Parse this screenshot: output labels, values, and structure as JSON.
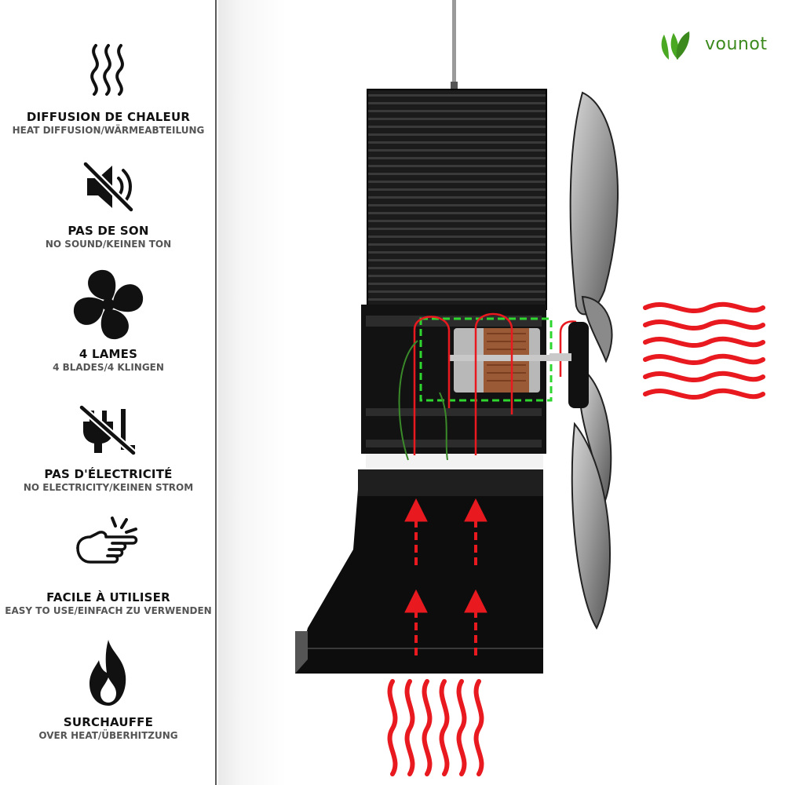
{
  "brand": {
    "name": "vounot",
    "color": "#3c8a1d"
  },
  "features": [
    {
      "icon": "heat-waves-icon",
      "title": "DIFFUSION DE CHALEUR",
      "subtitle": "HEAT DIFFUSION/WÄRMEABTEILUNG"
    },
    {
      "icon": "muted-speaker-icon",
      "title": "PAS DE SON",
      "subtitle": "NO SOUND/KEINEN TON"
    },
    {
      "icon": "fan-blades-icon",
      "title": "4 LAMES",
      "subtitle": "4 BLADES/4 KLINGEN"
    },
    {
      "icon": "no-plug-icon",
      "title": "PAS D'ÉLECTRICITÉ",
      "subtitle": "NO ELECTRICITY/KEINEN STROM"
    },
    {
      "icon": "pointing-hand-icon",
      "title": "FACILE À UTILISER",
      "subtitle": "EASY TO USE/EINFACH ZU VERWENDEN"
    },
    {
      "icon": "flame-icon",
      "title": "SURCHAUFFE",
      "subtitle": "OVER HEAT/ÜBERHITZUNG"
    }
  ],
  "colors": {
    "heat_red": "#e8191f",
    "motor_box_green": "#2fd62f",
    "fan_body": "#111111"
  }
}
